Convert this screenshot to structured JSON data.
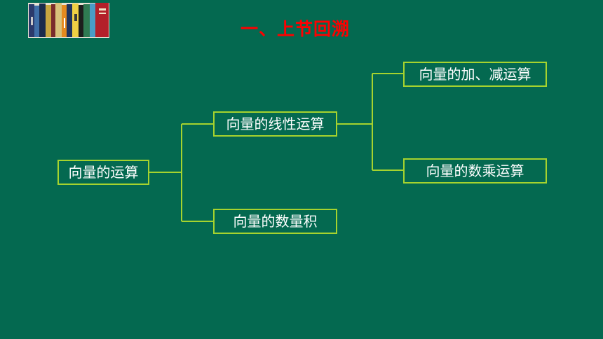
{
  "title": "一、上节回溯",
  "colors": {
    "background": "#046950",
    "line": "#a6d32e",
    "title": "#ff0000",
    "text": "#ffffff"
  },
  "diagram": {
    "root": "向量的运算",
    "linear": "向量的线性运算",
    "dot": "向量的数量积",
    "add_sub": "向量的加、减运算",
    "scalar": "向量的数乘运算"
  },
  "icons": {
    "logo": "books-icon"
  }
}
